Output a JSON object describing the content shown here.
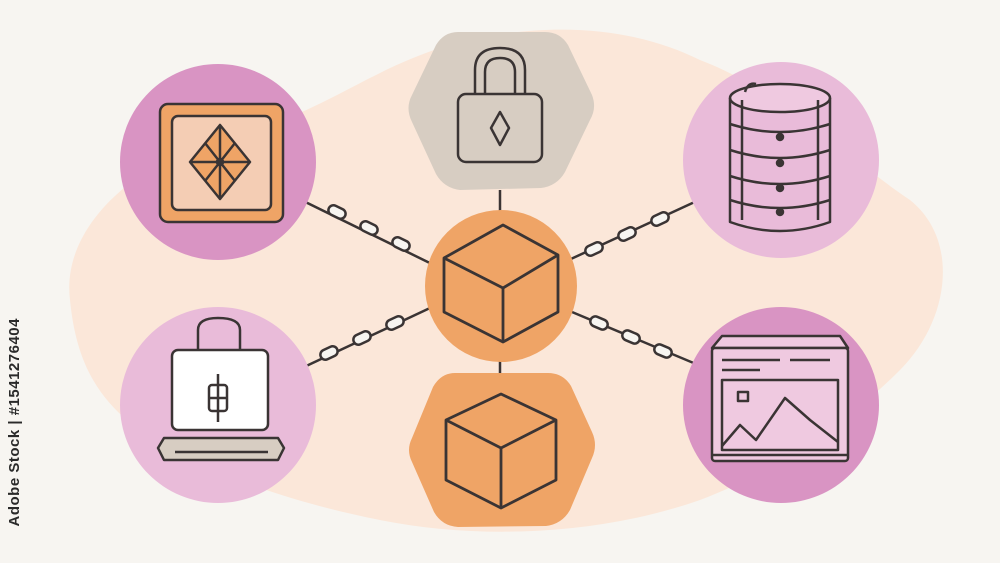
{
  "watermark": {
    "text": "Adobe Stock | #1541276404"
  },
  "colors": {
    "background": "#f7f5f1",
    "blob": "#fbe7d9",
    "pink_light": "#e9bbd9",
    "pink_dark": "#d994c3",
    "orange": "#efa466",
    "gray_hex": "#d7cdc2",
    "stroke": "#3a3434"
  },
  "nodes": [
    {
      "id": "center-block",
      "icon": "cube-icon"
    },
    {
      "id": "top-node",
      "icon": "padlock-icon"
    },
    {
      "id": "bottom-node",
      "icon": "cube-icon"
    },
    {
      "id": "top-left-node",
      "icon": "diamond-chip-icon"
    },
    {
      "id": "top-right-node",
      "icon": "database-icon"
    },
    {
      "id": "bottom-left-node",
      "icon": "laptop-lock-icon"
    },
    {
      "id": "bottom-right-node",
      "icon": "image-box-icon"
    }
  ]
}
